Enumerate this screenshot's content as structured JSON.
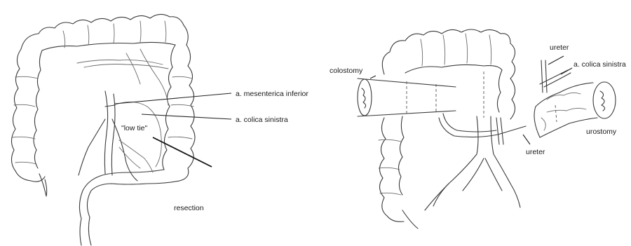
{
  "left_panel": {
    "labels": {
      "ima": "a. mesenterica inferior",
      "lcs": "a. colica sinistra",
      "low_tie": "\"low tie\"",
      "resection": "resection"
    }
  },
  "right_panel": {
    "labels": {
      "colostomy": "colostomy",
      "ureter_top": "ureter",
      "lcs": "a. colica sinistra",
      "urostomy": "urostomy",
      "ureter_bottom": "ureter"
    }
  }
}
